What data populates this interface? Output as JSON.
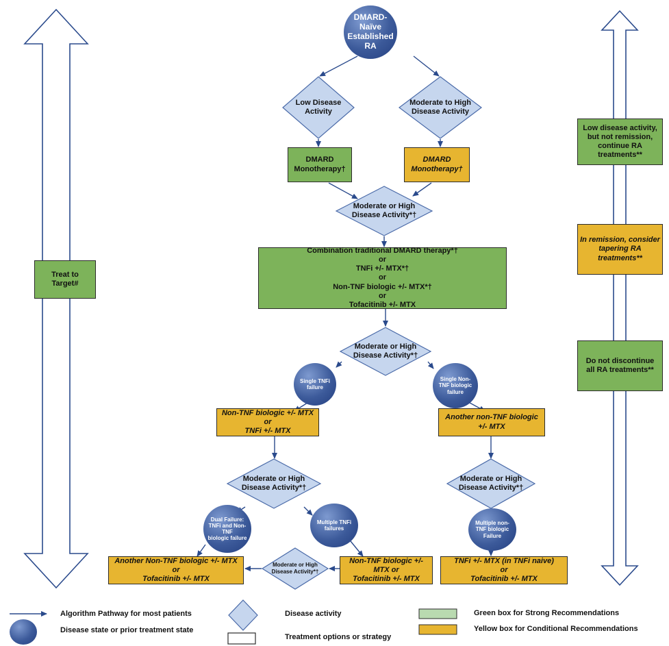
{
  "colors": {
    "green": "#7db35a",
    "yellow": "#e7b530",
    "diamond": "#c6d6ee",
    "circle": "#3c5a9a",
    "arrow": "#2a4a8c"
  },
  "left_arrow": {
    "label": "Treat to\nTarget#"
  },
  "right_arrow": {
    "box1": "Low disease activity,\nbut not remission,\ncontinue RA\ntreatments**",
    "box2": "In remission, consider\ntapering RA\ntreatments**",
    "box3": "Do not discontinue\nall RA treatments**"
  },
  "start_node": "DMARD-Naïve\nEstablished RA",
  "diamonds": {
    "low": "Low Disease\nActivity",
    "mod_high_top": "Moderate to High\nDisease Activity",
    "d2": "Moderate or High\nDisease Activity*†",
    "d3": "Moderate or High\nDisease Activity*†",
    "d4_left": "Moderate or High\nDisease Activity*†",
    "d4_right": "Moderate or High\nDisease Activity*†",
    "d5_small": "Moderate or High\nDisease Activity*†"
  },
  "boxes": {
    "dmard_green": "DMARD\nMonotherapy†",
    "dmard_yellow": "DMARD\nMonotherapy†",
    "combo": "Combination traditional DMARD therapy*†\nor\nTNFi +/- MTX*†\nor\nNon-TNF biologic +/- MTX*†\nor\nTofacitinib +/-  MTX",
    "left_mid": "Non-TNF biologic +/- MTX\nor\nTNFi +/- MTX",
    "right_mid": "Another non-TNF biologic\n+/- MTX",
    "bottom_left": "Another Non-TNF biologic +/- MTX\nor\nTofacitinib +/- MTX",
    "bottom_center": "Non-TNF biologic +/-\nMTX or\nTofacitinib +/- MTX",
    "bottom_right": "TNFi +/- MTX (in TNFi naive)\nor\nTofacitinib +/- MTX"
  },
  "circles": {
    "single_tnfi": "Single TNFi\nfailure",
    "single_nontnf": "Single Non-\nTNF biologic\nfailure",
    "dual": "Dual Failure:\nTNFi and Non-\nTNF\nbiologic failure",
    "multiple_tnfi": "Multiple TNFi\nfailures",
    "multiple_nontnf": "Multiple non-\nTNF biologic\nFailure"
  },
  "legend": {
    "arrow": "Algorithm Pathway for most patients",
    "circle": "Disease state or prior treatment state",
    "diamond": "Disease activity",
    "rect": "Treatment options or strategy",
    "green": "Green box for Strong Recommendations",
    "yellow": "Yellow box for Conditional Recommendations"
  }
}
